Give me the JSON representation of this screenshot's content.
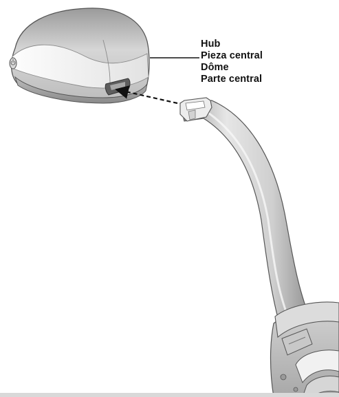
{
  "callout": {
    "labels": [
      "Hub",
      "Pieza central",
      "Dôme",
      "Parte central"
    ]
  },
  "colors": {
    "part_light": "#e9e9e9",
    "part_mid": "#bcbcbc",
    "part_dark": "#8e8e8e",
    "outline": "#555555",
    "text": "#111111",
    "arrow": "#111111"
  },
  "icons": {
    "hub_button": "power-button-icon",
    "insert_arrow": "dashed-arrow-icon"
  }
}
